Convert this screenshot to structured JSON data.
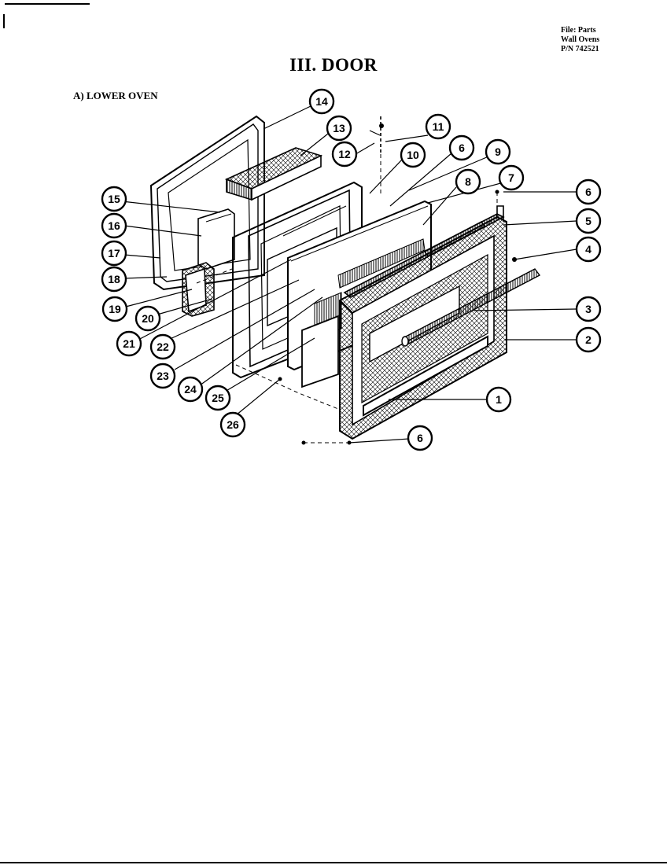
{
  "header": {
    "file_line1": "File: Parts",
    "file_line2": "Wall Ovens",
    "file_line3": "P/N 742521"
  },
  "page_title": "III. DOOR",
  "section_title": "A)  LOWER OVEN",
  "callouts": [
    "1",
    "2",
    "3",
    "4",
    "5",
    "6",
    "7",
    "8",
    "9",
    "10",
    "11",
    "12",
    "13",
    "14",
    "15",
    "16",
    "17",
    "18",
    "19",
    "20",
    "21",
    "22",
    "23",
    "24",
    "25",
    "26",
    "6",
    "6"
  ]
}
